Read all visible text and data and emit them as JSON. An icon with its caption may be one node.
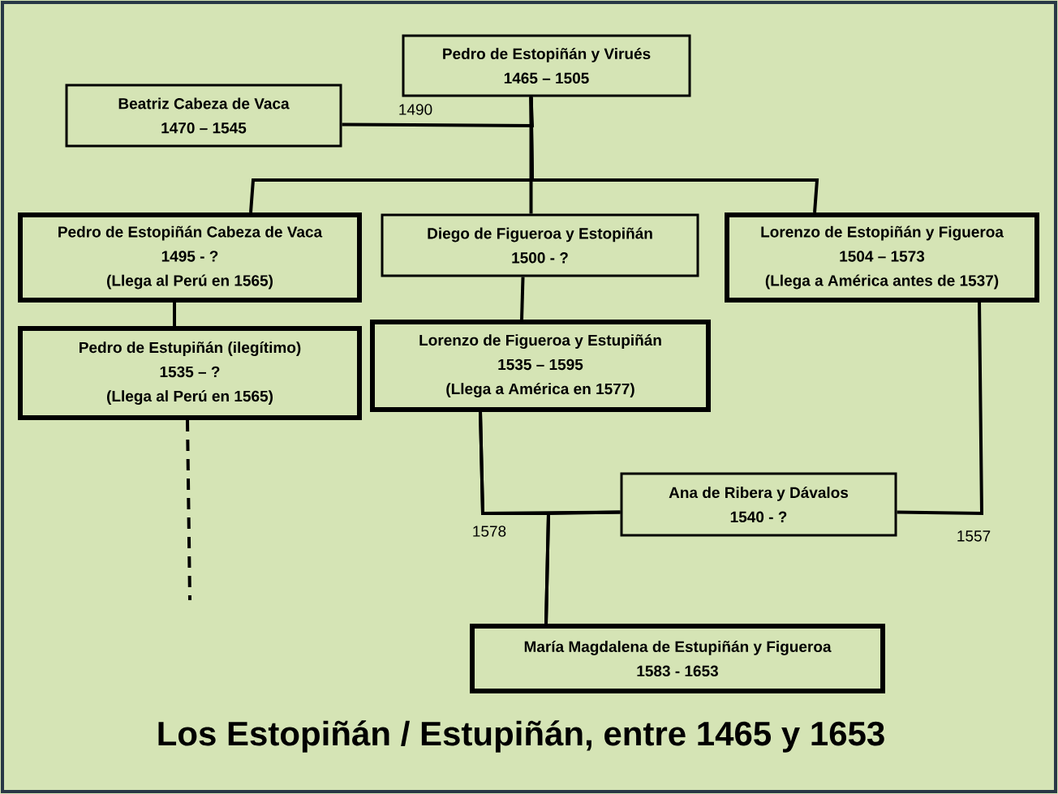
{
  "diagram": {
    "title": "Los Estopiñán / Estupiñán, entre 1465 y 1653",
    "nodes": [
      {
        "text": [
          "Pedro de Estopiñán y Virués",
          "1465 – 1505"
        ]
      },
      {
        "text": [
          "Beatriz Cabeza de Vaca",
          "1470 – 1545"
        ]
      },
      {
        "text": [
          "Pedro de Estopiñán Cabeza de Vaca",
          "1495 - ?",
          "(Llega al Perú en 1565)"
        ]
      },
      {
        "text": [
          "Diego de Figueroa y Estopiñán",
          "1500 - ?"
        ]
      },
      {
        "text": [
          "Lorenzo de Estopiñán y Figueroa",
          "1504 – 1573",
          "(Llega a América antes de 1537)"
        ]
      },
      {
        "text": [
          "Pedro de Estupiñán (ilegítimo)",
          "1535 – ?",
          "(Llega al Perú en 1565)"
        ]
      },
      {
        "text": [
          "Lorenzo de Figueroa y Estupiñán",
          "1535 – 1595",
          "(Llega a América en 1577)"
        ]
      },
      {
        "text": [
          "Ana de Ribera y Dávalos",
          "1540 - ?"
        ]
      },
      {
        "text": [
          "María Magdalena de Estupiñán y Figueroa",
          "1583 - 1653"
        ]
      }
    ],
    "edges": [
      {
        "from": 1,
        "to": 0,
        "arrow": "none",
        "label": "1490"
      },
      {
        "from": 0,
        "to": 2,
        "arrow": "none"
      },
      {
        "from": 0,
        "to": 3,
        "arrow": "none"
      },
      {
        "from": 0,
        "to": 4,
        "arrow": "none"
      },
      {
        "from": 2,
        "to": 5,
        "arrow": "none"
      },
      {
        "from": 3,
        "to": 6,
        "arrow": "none"
      },
      {
        "from": 6,
        "to": 7,
        "arrow": "none",
        "label": "1578"
      },
      {
        "from": 4,
        "to": 7,
        "arrow": "none",
        "label": "1557"
      },
      {
        "from": 6,
        "to": 8,
        "arrow": "none"
      },
      {
        "from": 7,
        "to": 8,
        "arrow": "none"
      },
      {
        "from": 5,
        "to": null,
        "arrow": "none",
        "style": "dashed"
      }
    ]
  }
}
